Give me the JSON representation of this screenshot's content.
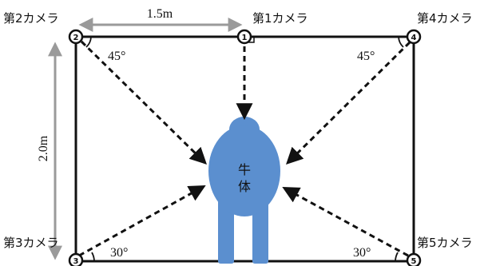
{
  "cameras": [
    {
      "label": "第1カメラ",
      "number": "1"
    },
    {
      "label": "第2カメラ",
      "number": "2"
    },
    {
      "label": "第3カメラ",
      "number": "3"
    },
    {
      "label": "第4カメラ",
      "number": "4"
    },
    {
      "label": "第5カメラ",
      "number": "5"
    }
  ],
  "dimensions": {
    "width_label": "1.5m",
    "height_label": "2.0m"
  },
  "angles": {
    "top_left": "45°",
    "top_right": "45°",
    "bottom_left": "30°",
    "bottom_right": "30°"
  },
  "cow": {
    "line1": "牛",
    "line2": "体",
    "color": "#5b8fcf"
  },
  "colors": {
    "frame": "#111111",
    "dimension_arrow": "#9a9a9a"
  }
}
